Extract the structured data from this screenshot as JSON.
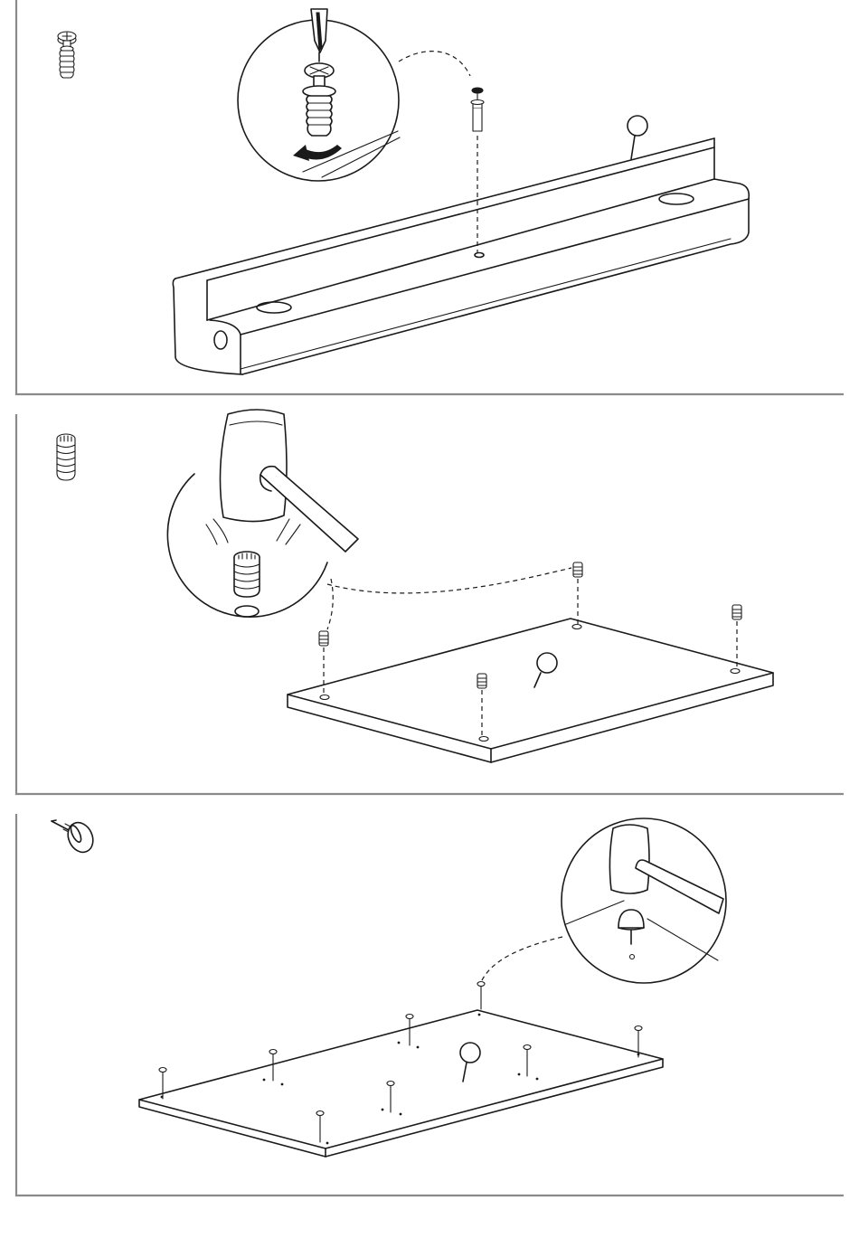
{
  "steps": [
    {
      "part_icon": "cam-bolt-icon",
      "tool": "screwdriver-icon",
      "action": "screw-in"
    },
    {
      "part_icon": "dowel-insert-icon",
      "tool": "hammer-icon",
      "action": "hammer-in"
    },
    {
      "part_icon": "nail-glide-icon",
      "tool": "hammer-icon",
      "action": "hammer-in"
    }
  ],
  "colors": {
    "line": "#1a1a1a",
    "frame": "#8a8a8a",
    "background": "#ffffff"
  }
}
